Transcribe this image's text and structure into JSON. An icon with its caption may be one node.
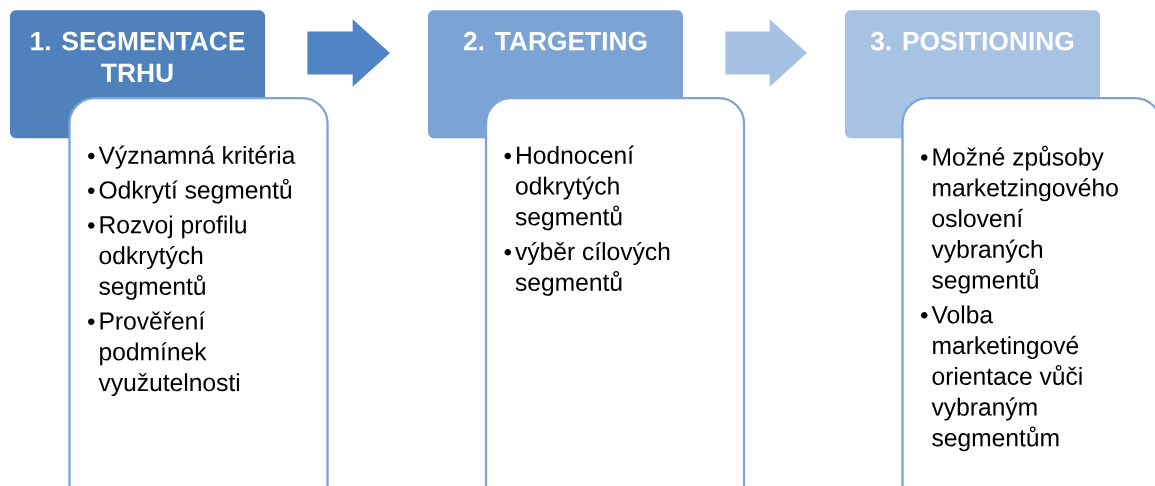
{
  "diagram": {
    "nodes": [
      {
        "text": [
          "1. SEGMENTACE TRHU"
        ]
      },
      {
        "text": [
          "Významná kritéria",
          "Odkrytí segmentů",
          "Rozvoj profilu odkrytých segmentů",
          "Prověření podmínek využutelnosti"
        ]
      },
      {
        "text": [
          "2. TARGETING"
        ]
      },
      {
        "text": [
          "Hodnocení odkrytých segmentů",
          "výběr cílových segmentů"
        ]
      },
      {
        "text": [
          "3. POSITIONING"
        ]
      },
      {
        "text": [
          "Možné způsoby marketzingového oslovení vybraných segmentů",
          "Volba marketingové orientace vůči vybraným segmentům"
        ]
      }
    ],
    "edges": [
      {
        "from": 0,
        "to": 2,
        "arrow": "to",
        "color": "#4f85c4"
      },
      {
        "from": 2,
        "to": 4,
        "arrow": "to",
        "color": "#a7c1e4"
      }
    ]
  }
}
